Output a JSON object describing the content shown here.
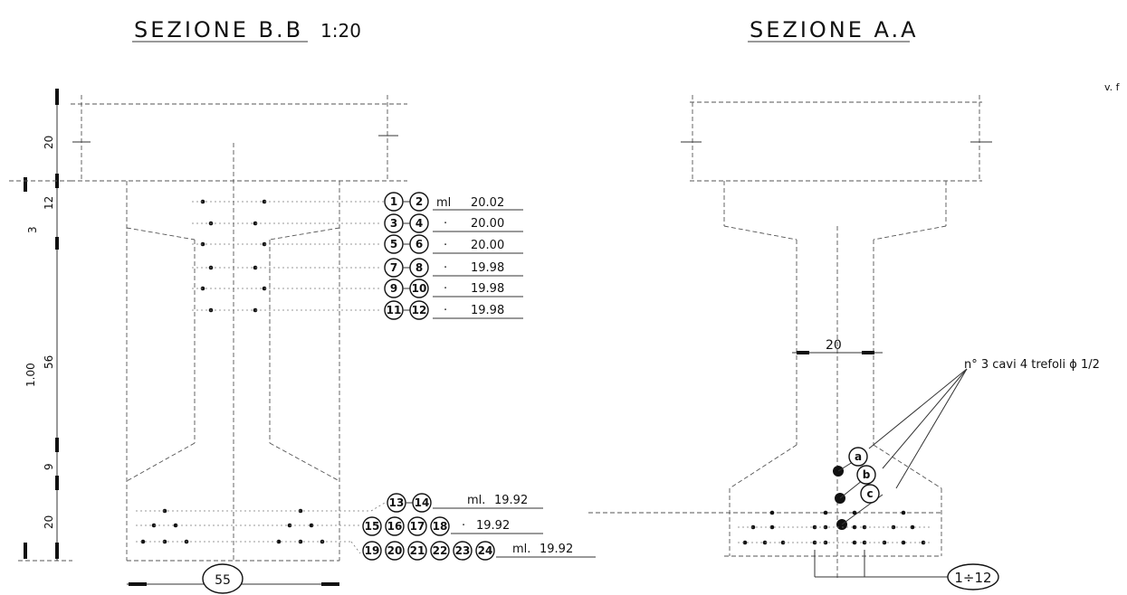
{
  "left_section": {
    "title": "SEZIONE B.B",
    "scale": "1:20",
    "dims": [
      "20",
      "3",
      "12",
      "1.00",
      "56",
      "9",
      "20"
    ],
    "bottom_dim": "55",
    "rows": [
      {
        "labels": [
          "1",
          "2"
        ],
        "prefix": "ml",
        "length": "20.02"
      },
      {
        "labels": [
          "3",
          "4"
        ],
        "prefix": "·",
        "length": "20.00"
      },
      {
        "labels": [
          "5",
          "6"
        ],
        "prefix": "·",
        "length": "20.00"
      },
      {
        "labels": [
          "7",
          "8"
        ],
        "prefix": "·",
        "length": "19.98"
      },
      {
        "labels": [
          "9",
          "10"
        ],
        "prefix": "·",
        "length": "19.98"
      },
      {
        "labels": [
          "11",
          "12"
        ],
        "prefix": "·",
        "length": "19.98"
      },
      {
        "labels": [
          "13",
          "14"
        ],
        "prefix": "ml.",
        "length": "19.92"
      },
      {
        "labels": [
          "15",
          "16",
          "17",
          "18"
        ],
        "prefix": "·",
        "length": "19.92"
      },
      {
        "labels": [
          "19",
          "20",
          "21",
          "22",
          "23",
          "24"
        ],
        "prefix": "ml.",
        "length": "19.92"
      }
    ]
  },
  "right_section": {
    "title": "SEZIONE A.A",
    "web_dim": "20",
    "cable_note": "n° 3 cavi 4 trefoli ϕ 1/2",
    "cables": [
      "a",
      "b",
      "c"
    ],
    "range_label": "1÷12",
    "margin_note": "v. f"
  }
}
